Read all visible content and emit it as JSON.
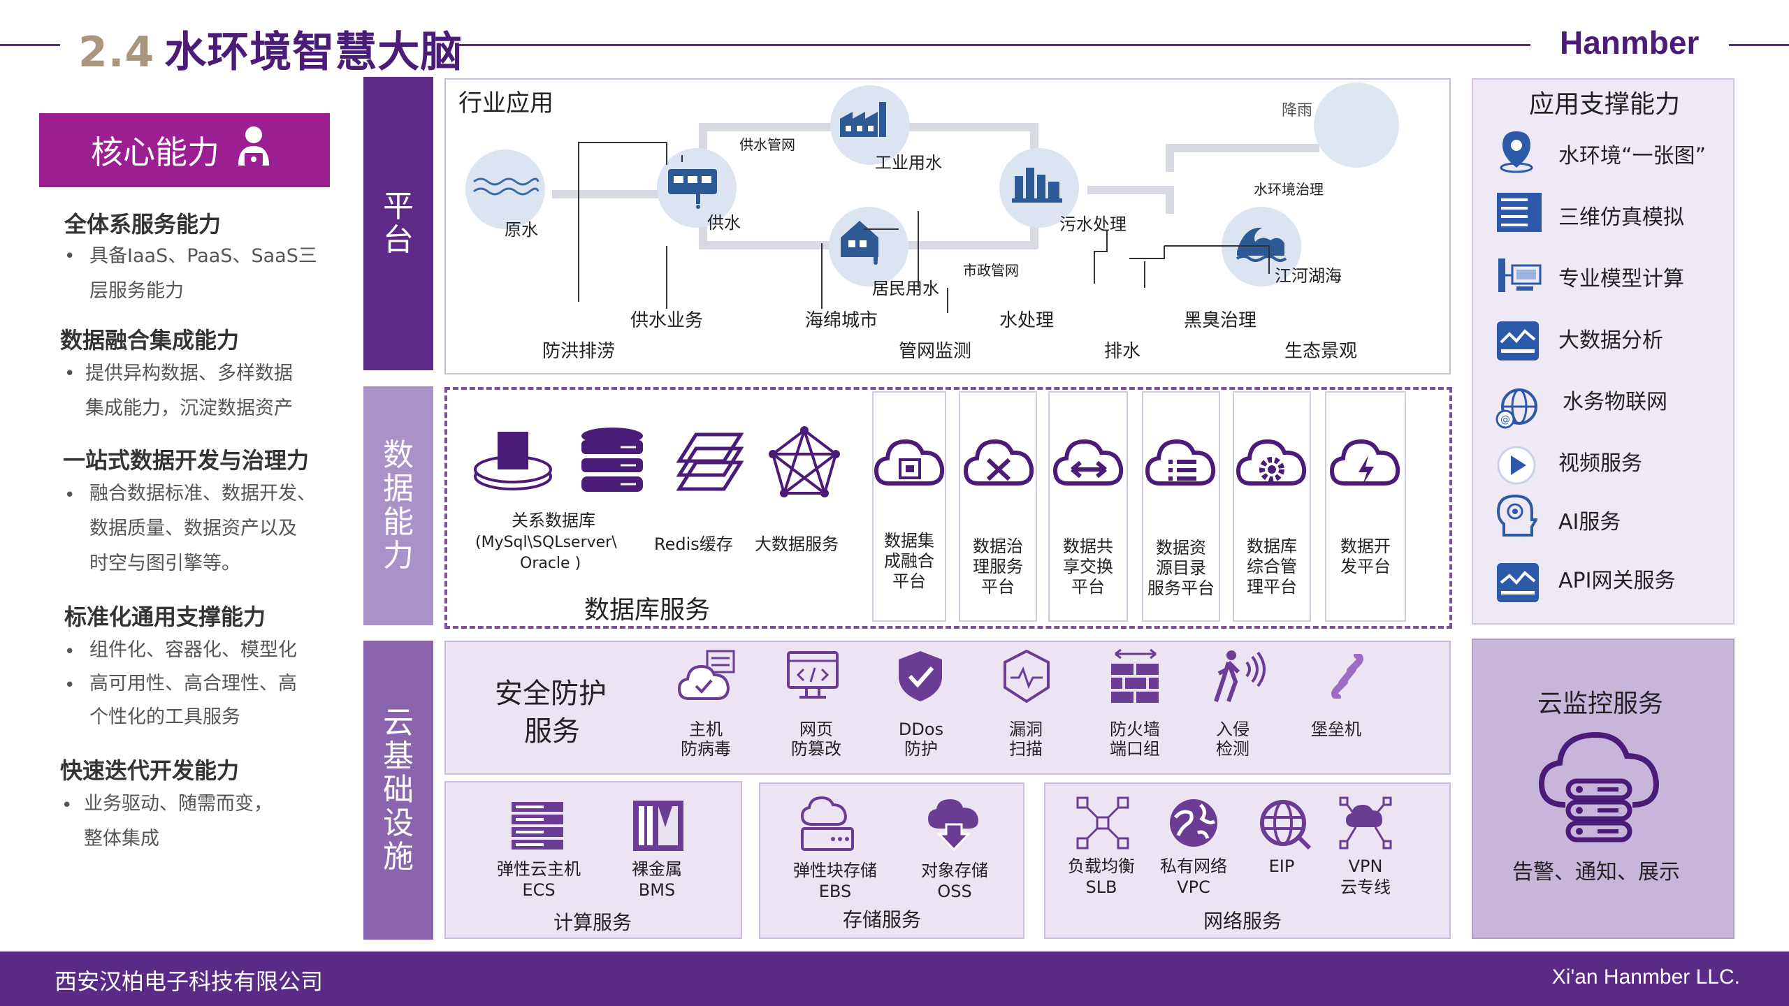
{
  "header": {
    "title_num": "2.4",
    "title": "水环境智慧大脑",
    "brand": "Hanmber"
  },
  "footer": {
    "company": "西安汉柏电子科技有限公司",
    "company_en": "Xi'an Hanmber LLC."
  },
  "left_panel": {
    "core_label": "核心能力",
    "capabilities": [
      {
        "title": "全体系服务能力",
        "lines": [
          "具备IaaS、PaaS、SaaS三",
          "层服务能力"
        ]
      },
      {
        "title": "数据融合集成能力",
        "lines": [
          "提供异构数据、多样数据",
          "集成能力，沉淀数据资产"
        ]
      },
      {
        "title": "一站式数据开发与治理力",
        "lines": [
          "融合数据标准、数据开发、",
          "数据质量、数据资产以及",
          "时空与图引擎等。"
        ]
      },
      {
        "title": "标准化通用支撑能力",
        "lines": [
          "组件化、容器化、模型化",
          "高可用性、高合理性、高",
          "个性化的工具服务"
        ]
      },
      {
        "title": "快速迭代开发能力",
        "lines": [
          "业务驱动、随需而变，",
          "整体集成"
        ]
      }
    ]
  },
  "layers": {
    "platform": "平台",
    "data": "数据能力",
    "infra": "云基础设施"
  },
  "platform": {
    "title": "行业应用",
    "nodes": {
      "raw_water": "原水",
      "supply": "供水",
      "industrial": "工业用水",
      "residential": "居民用水",
      "sewage": "污水处理",
      "river": "江河湖海",
      "rain": "降雨"
    },
    "pipes": {
      "supply_pipe": "供水管网",
      "municipal_pipe": "市政管网",
      "governance": "水环境治理"
    },
    "apps": {
      "supply_biz": "供水业务",
      "sponge_city": "海绵城市",
      "water_treat": "水处理",
      "black_odor": "黑臭治理",
      "flood": "防洪排涝",
      "pipe_monitor": "管网监测",
      "drainage": "排水",
      "eco": "生态景观"
    }
  },
  "data_capability": {
    "db_label": "关系数据库",
    "db_sub1": "(MySql\\SQLserver\\",
    "db_sub2": "Oracle )",
    "redis": "Redis缓存",
    "bigdata": "大数据服务",
    "db_service": "数据库服务",
    "platforms": [
      [
        "数据集",
        "成融合",
        "平台"
      ],
      [
        "数据治",
        "理服务",
        "平台"
      ],
      [
        "数据共",
        "享交换",
        "平台"
      ],
      [
        "数据资",
        "源目录",
        "服务平台"
      ],
      [
        "数据库",
        "综合管",
        "理平台"
      ],
      [
        "数据开",
        "发平台"
      ]
    ]
  },
  "security": {
    "title_line1": "安全防护",
    "title_line2": "服务",
    "items": [
      [
        "主机",
        "防病毒"
      ],
      [
        "网页",
        "防篡改"
      ],
      [
        "DDos",
        "防护"
      ],
      [
        "漏洞",
        "扫描"
      ],
      [
        "防火墙",
        "端口组"
      ],
      [
        "入侵",
        "检测"
      ],
      [
        "堡垒机"
      ]
    ]
  },
  "compute": {
    "title": "计算服务",
    "items": [
      [
        "弹性云主机",
        "ECS"
      ],
      [
        "裸金属",
        "BMS"
      ]
    ]
  },
  "storage": {
    "title": "存储服务",
    "items": [
      [
        "弹性块存储",
        "EBS"
      ],
      [
        "对象存储",
        "OSS"
      ]
    ]
  },
  "network": {
    "title": "网络服务",
    "items": [
      [
        "负载均衡",
        "SLB"
      ],
      [
        "私有网络",
        "VPC"
      ],
      [
        "EIP"
      ],
      [
        "VPN",
        "云专线"
      ]
    ]
  },
  "support": {
    "title": "应用支撑能力",
    "items": [
      "水环境“一张图”",
      "三维仿真模拟",
      "专业模型计算",
      "大数据分析",
      "水务物联网",
      "视频服务",
      "AI服务",
      "API网关服务"
    ]
  },
  "monitor": {
    "title": "云监控服务",
    "desc": "告警、通知、展示"
  },
  "colors": {
    "primary": "#5b2a86",
    "magenta": "#9b1f93",
    "bar_platform": "#5f2a87",
    "bar_data": "#a992c7",
    "bar_infra": "#8a64ad"
  }
}
